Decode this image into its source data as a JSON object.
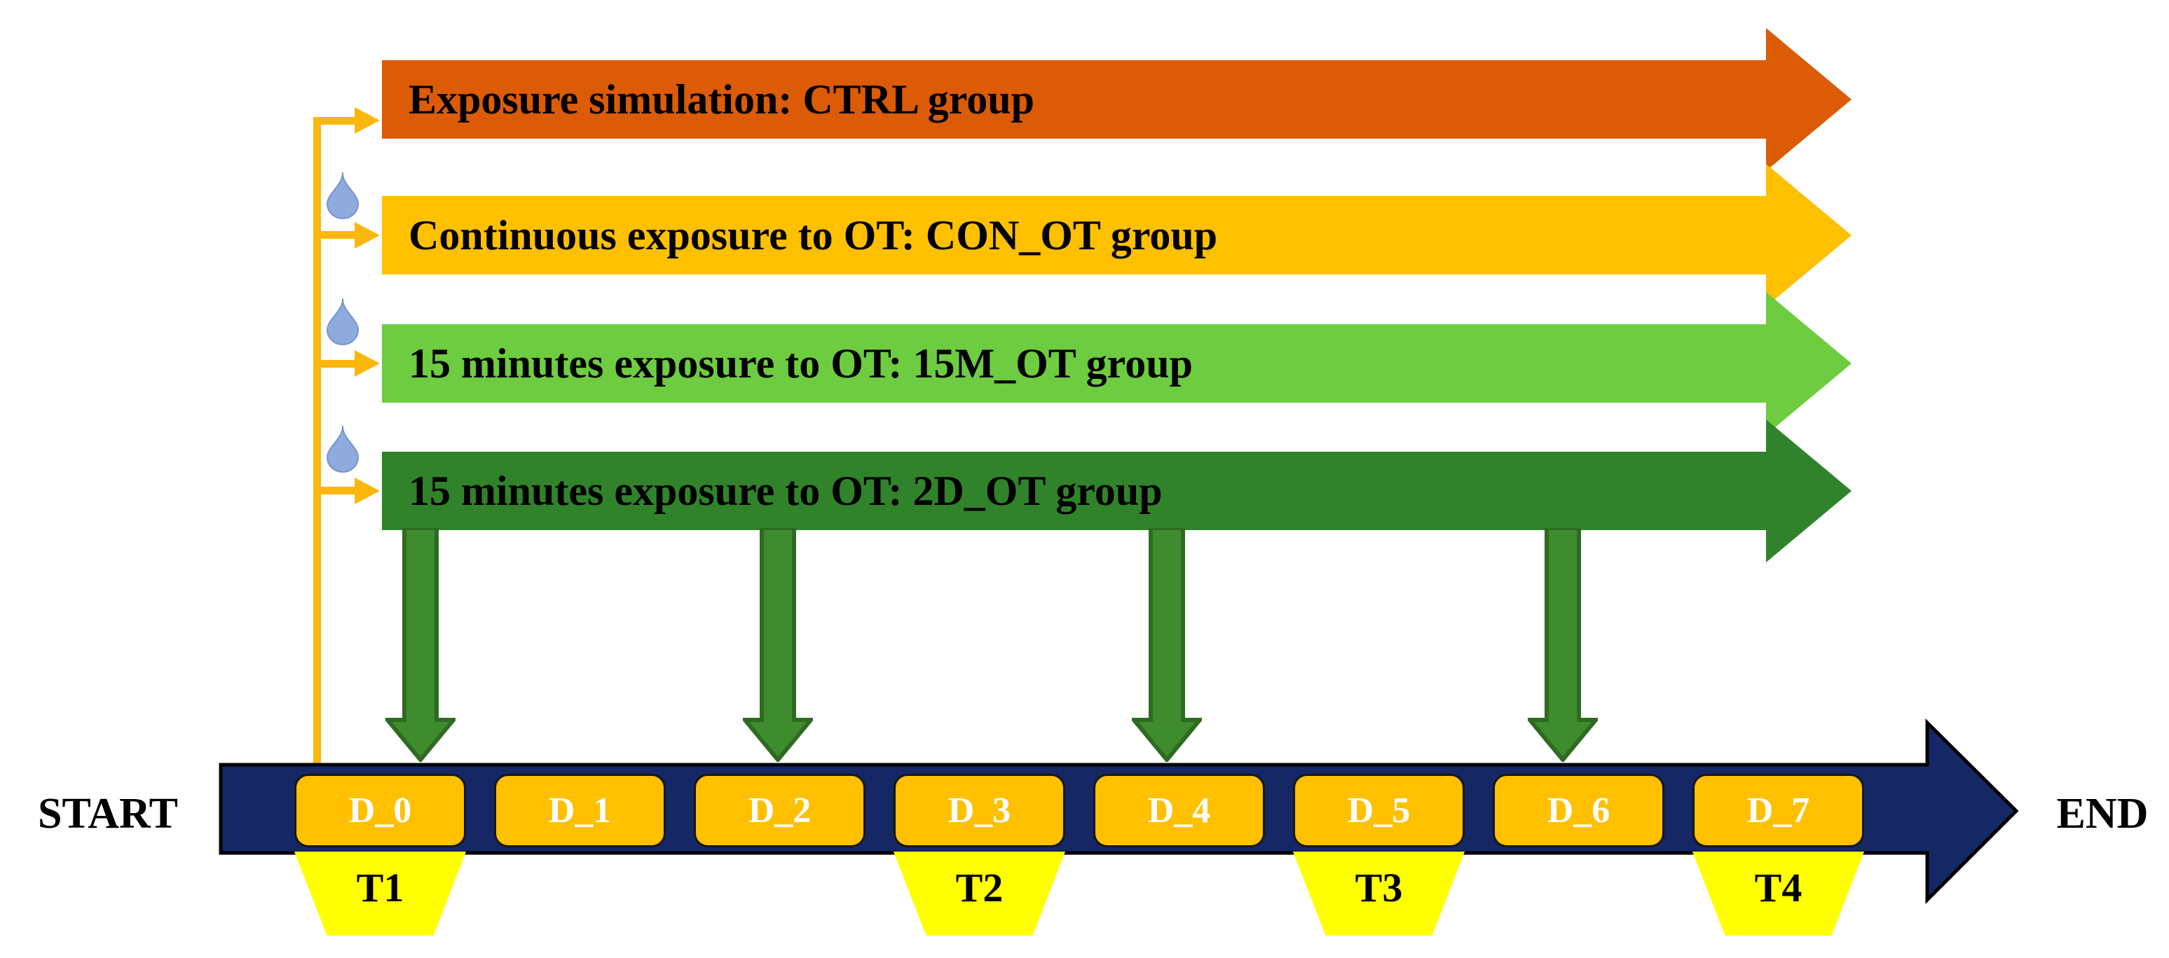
{
  "diagram": {
    "groups": [
      {
        "label": "Exposure simulation: CTRL group",
        "color": "#DB5B06",
        "droplet": false
      },
      {
        "label": "Continuous exposure to OT: CON_OT group",
        "color": "#FFC000",
        "droplet": true
      },
      {
        "label": "15 minutes exposure to OT: 15M_OT group",
        "color": "#6ECC40",
        "droplet": true
      },
      {
        "label": "15 minutes exposure to OT: 2D_OT group",
        "color": "#30832A",
        "droplet": true
      }
    ],
    "timeline": {
      "start_label": "START",
      "end_label": "END",
      "color": "#152765",
      "day_box_color": "#FFC000",
      "days": [
        "D_0",
        "D_1",
        "D_2",
        "D_3",
        "D_4",
        "D_5",
        "D_6",
        "D_7"
      ]
    },
    "timepoints": [
      {
        "label": "T1",
        "below_day": "D_0"
      },
      {
        "label": "T2",
        "below_day": "D_3"
      },
      {
        "label": "T3",
        "below_day": "D_5"
      },
      {
        "label": "T4",
        "below_day": "D_7"
      }
    ],
    "dose_arrows": {
      "at_days": [
        "D_0",
        "D_2",
        "D_4",
        "D_6"
      ],
      "fill": "#3F8C2E",
      "stroke": "#2E6B21"
    },
    "connector_color": "#FBB70E",
    "droplet_color": "#8FAADC",
    "timepoint_fill": "#FFFF00"
  }
}
